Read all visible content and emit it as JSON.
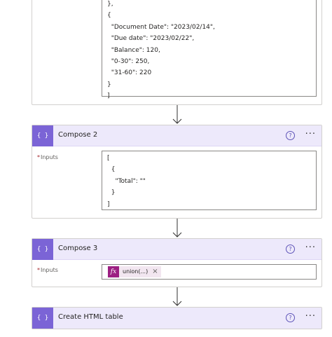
{
  "action_icon_glyph": "{ }",
  "help_glyph": "?",
  "more_glyph": "···",
  "compose1": {
    "lines": [
      "},",
      "{",
      "  \"Document Date\": \"2023/02/14\",",
      "  \"Due date\": \"2023/02/22\",",
      "  \"Balance\": 120,",
      "  \"0-30\": 250,",
      "  \"31-60\": 220",
      "}",
      "]"
    ]
  },
  "compose2": {
    "title": "Compose 2",
    "inputs_label": "Inputs",
    "lines": [
      "[",
      "  {",
      "    \"Total\": \"\"",
      "  }",
      "]"
    ]
  },
  "compose3": {
    "title": "Compose 3",
    "inputs_label": "Inputs",
    "token": {
      "icon": "fx",
      "label": "union(...)",
      "remove_glyph": "×"
    }
  },
  "html_table": {
    "title": "Create HTML table"
  },
  "colors": {
    "header_bg": "#ede9fb",
    "action_icon_bg": "#7b64d6",
    "expression_token_bg": "#9c1f82",
    "required_marker": "#a4262c"
  }
}
